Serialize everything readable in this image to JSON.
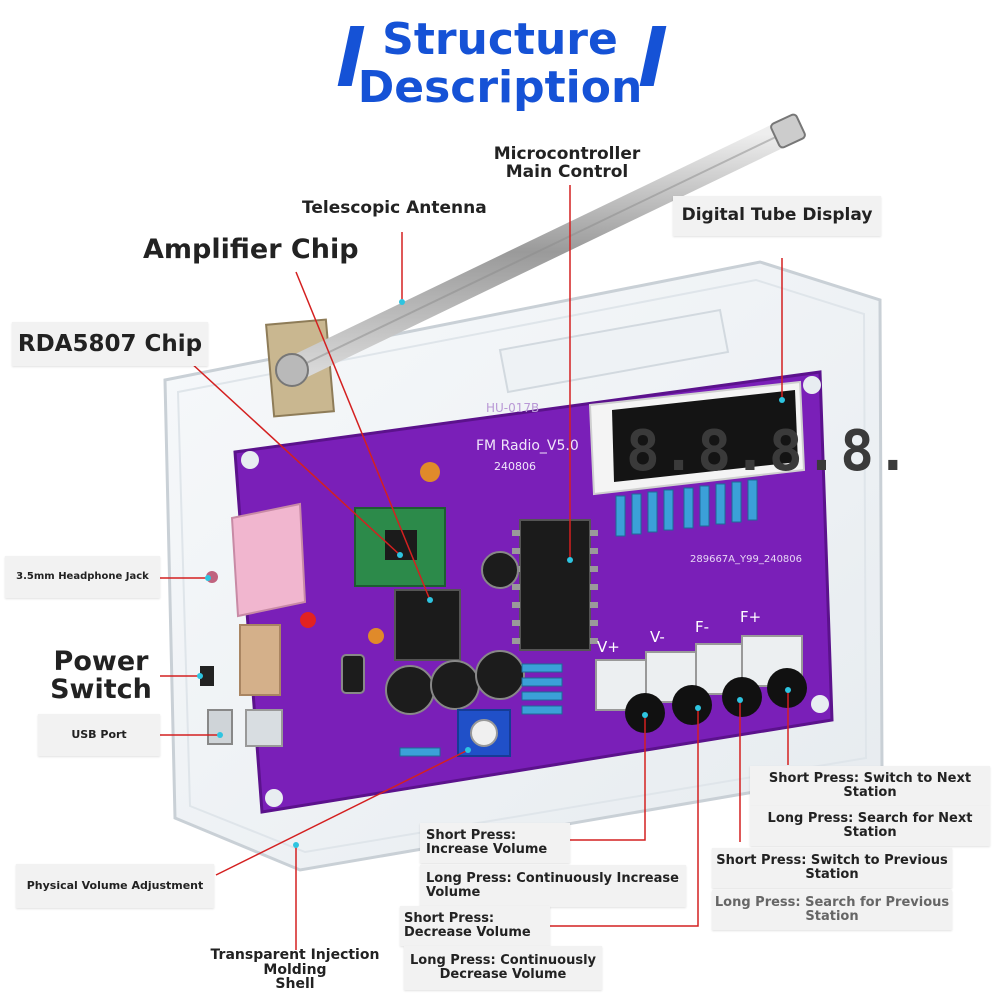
{
  "title": {
    "line1": "Structure",
    "line2": "Description"
  },
  "colors": {
    "accent_blue": "#1552d6",
    "pcb_purple": "#7a1fb8",
    "leader_red": "#d42020",
    "label_bg": "#f2f2f2"
  },
  "board": {
    "silk_model_1": "HU-017B",
    "silk_model_2": "FM Radio_V5.0",
    "silk_date": "240806",
    "silk_code": "289667A_Y99_240806",
    "button_v_plus": "V+",
    "button_v_minus": "V-",
    "button_f_minus": "F-",
    "button_f_plus": "F+",
    "display_digits": "8.8.8.8."
  },
  "labels": {
    "microcontroller": "Microcontroller\nMain Control",
    "antenna": "Telescopic Antenna",
    "digital_tube": "Digital Tube Display",
    "amplifier": "Amplifier Chip",
    "rda5807": "RDA5807 Chip",
    "headphone": "3.5mm Headphone Jack",
    "power_switch": "Power\nSwitch",
    "usb_port": "USB Port",
    "volume_adjust": "Physical Volume Adjustment",
    "shell": "Transparent Injection Molding\nShell",
    "next_short": "Short Press: Switch to Next\nStation",
    "next_long": "Long Press: Search for Next\nStation",
    "prev_short": "Short Press: Switch to Previous\nStation",
    "prev_long": "Long Press: Search for Previous\nStation",
    "vol_up_short": "Short Press:\nIncrease Volume",
    "vol_up_long": "Long Press: Continuously Increase\nVolume",
    "vol_down_short": "Short Press:\nDecrease Volume",
    "vol_down_long": "Long Press: Continuously\nDecrease Volume"
  }
}
